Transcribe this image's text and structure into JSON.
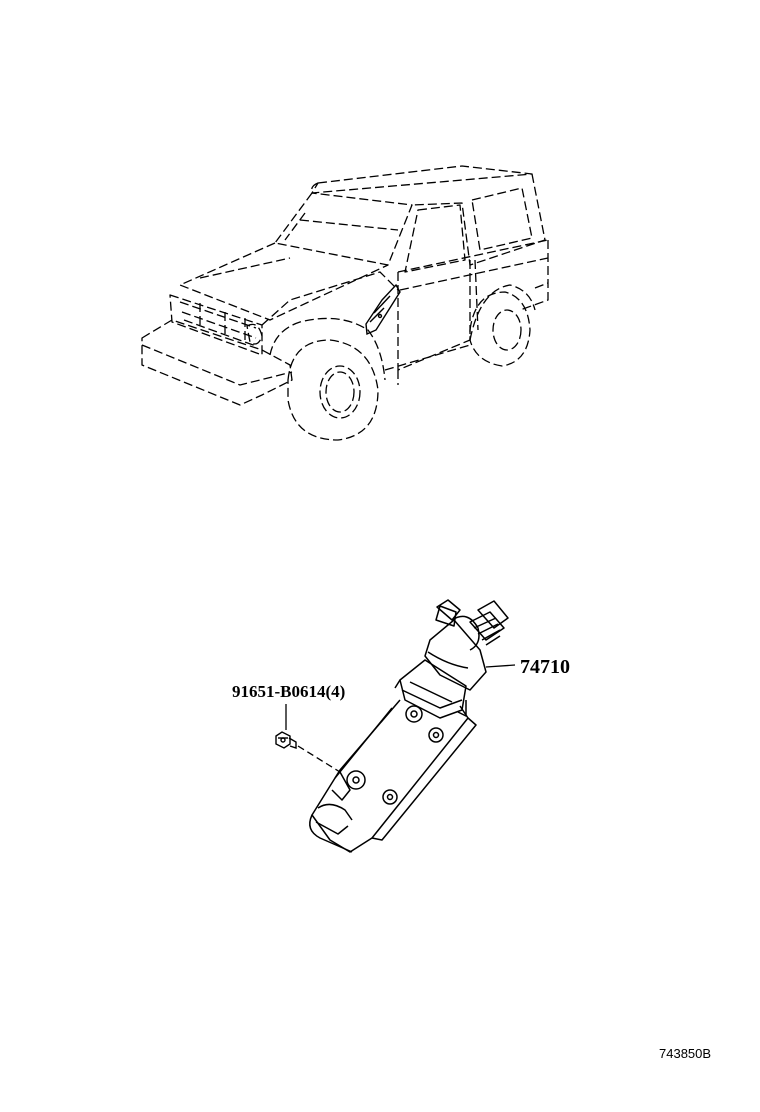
{
  "labels": {
    "main_part_number": "74710",
    "fastener_part_number": "91651-B0614(4)",
    "diagram_ref": "743850B"
  },
  "colors": {
    "line": "#000000",
    "background": "#ffffff"
  },
  "objects": {
    "vehicle": "vehicle-illustration",
    "part": "ash-receptacle-assembly",
    "screw": "screw"
  }
}
